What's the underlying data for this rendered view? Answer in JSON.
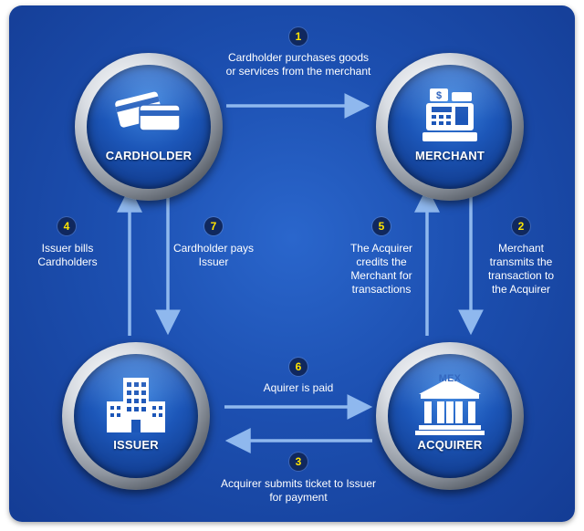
{
  "nodes": {
    "cardholder": "CARDHOLDER",
    "merchant": "MERCHANT",
    "issuer": "ISSUER",
    "acquirer": "ACQUIRER",
    "acquirer_sign": "MEX"
  },
  "steps": [
    {
      "number": "1",
      "text": "Cardholder purchases goods or services from the merchant"
    },
    {
      "number": "2",
      "text": "Merchant transmits the transaction to the Acquirer"
    },
    {
      "number": "3",
      "text": "Acquirer submits ticket to Issuer for payment"
    },
    {
      "number": "4",
      "text": "Issuer bills Cardholders"
    },
    {
      "number": "5",
      "text": "The Acquirer credits the Merchant for transactions"
    },
    {
      "number": "6",
      "text": "Aquirer is paid"
    },
    {
      "number": "7",
      "text": "Cardholder pays Issuer"
    }
  ],
  "icons": {
    "cardholder": "credit-cards-icon",
    "merchant": "cash-register-icon",
    "issuer": "office-building-icon",
    "acquirer": "bank-icon"
  },
  "colors": {
    "background": "#1c4fb0",
    "arrow": "#8fb8ee",
    "badge_text": "#ffe400"
  }
}
